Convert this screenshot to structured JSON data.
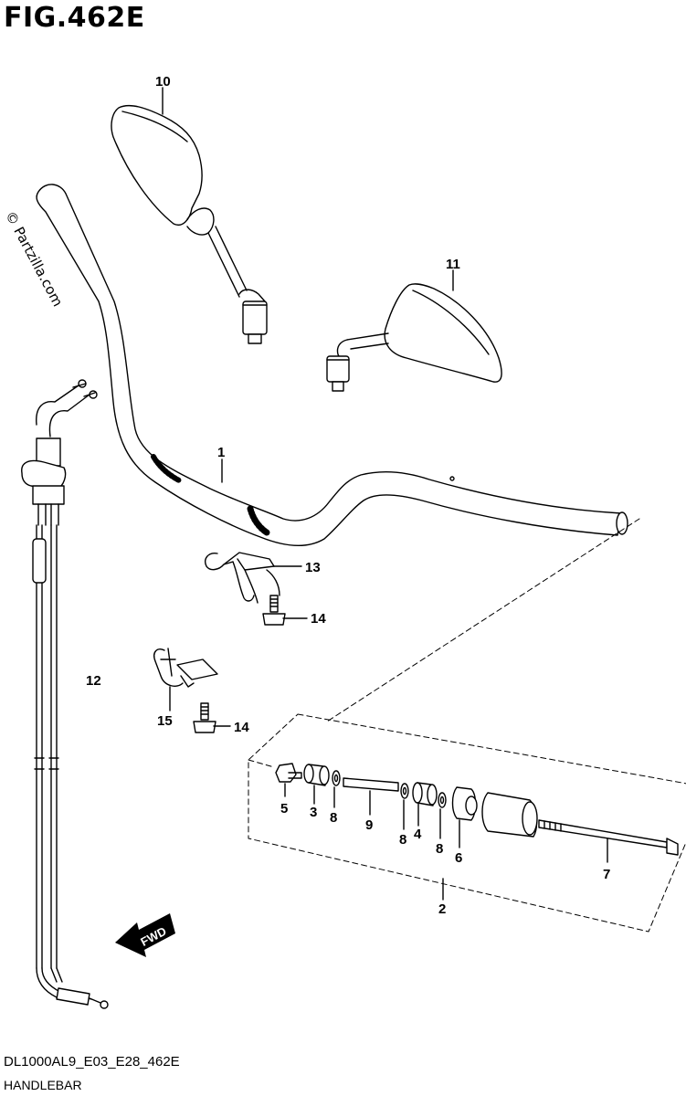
{
  "figure": {
    "title": "FIG.462E"
  },
  "watermark": "© Partzilla.com",
  "footer": {
    "code": "DL1000AL9_E03_E28_462E",
    "name": "HANDLEBAR"
  },
  "fwd_label": "FWD",
  "callouts": {
    "p1": "1",
    "p2": "2",
    "p3": "3",
    "p4": "4",
    "p5": "5",
    "p6": "6",
    "p7": "7",
    "p8a": "8",
    "p8b": "8",
    "p8c": "8",
    "p9": "9",
    "p10": "10",
    "p11": "11",
    "p12": "12",
    "p13": "13",
    "p14a": "14",
    "p14b": "14",
    "p15": "15"
  }
}
